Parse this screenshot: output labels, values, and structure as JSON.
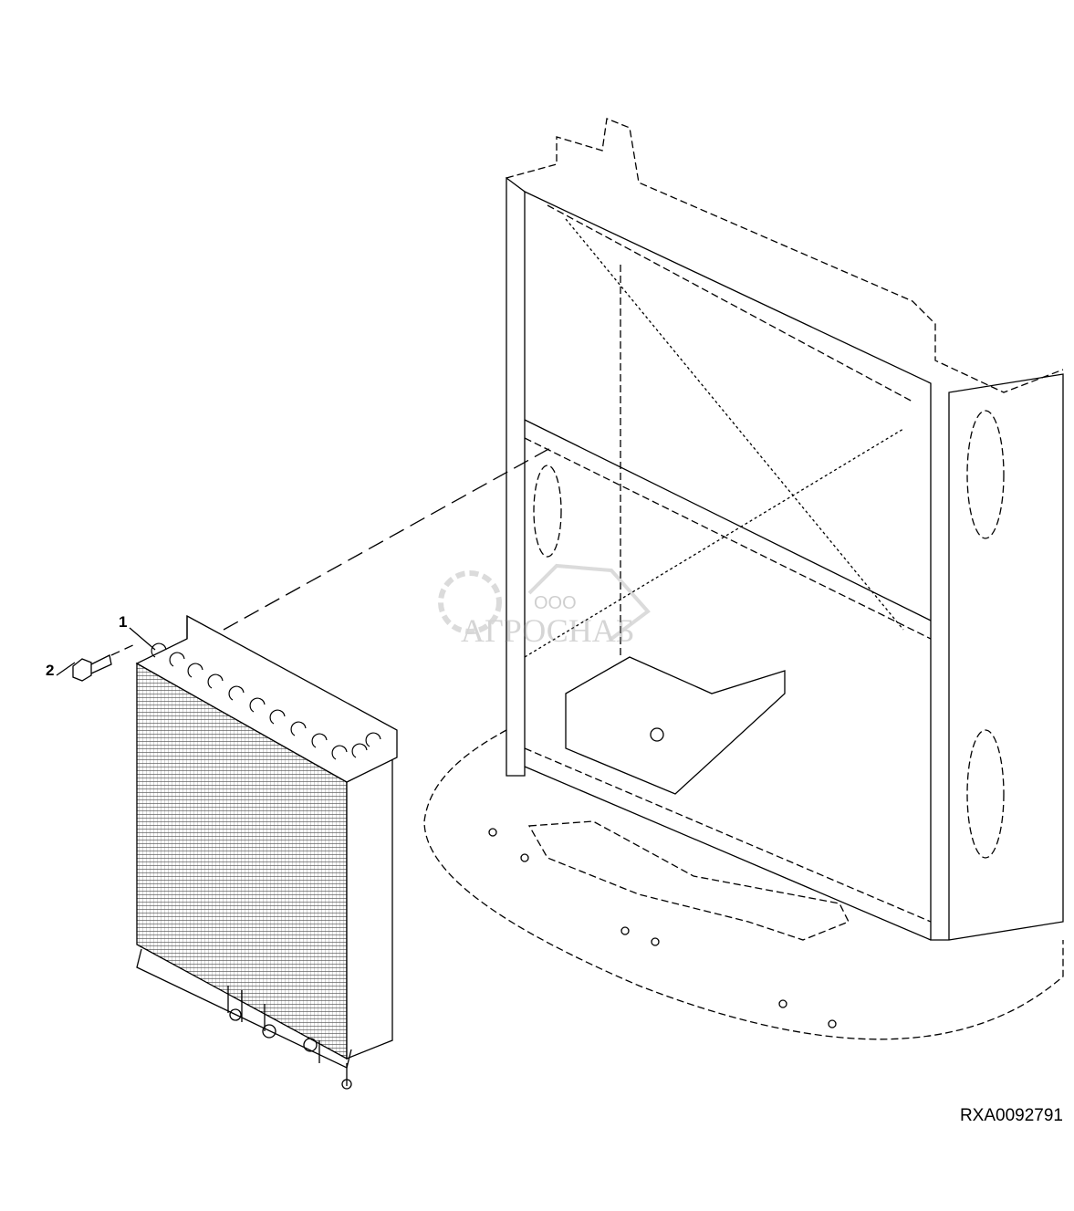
{
  "callouts": [
    {
      "number": "1",
      "part": "condenser"
    },
    {
      "number": "2",
      "part": "bolt"
    }
  ],
  "figure_code": "RXA0092791",
  "watermark": {
    "prefix": "ООО",
    "name": "АГРОСНАБ"
  }
}
